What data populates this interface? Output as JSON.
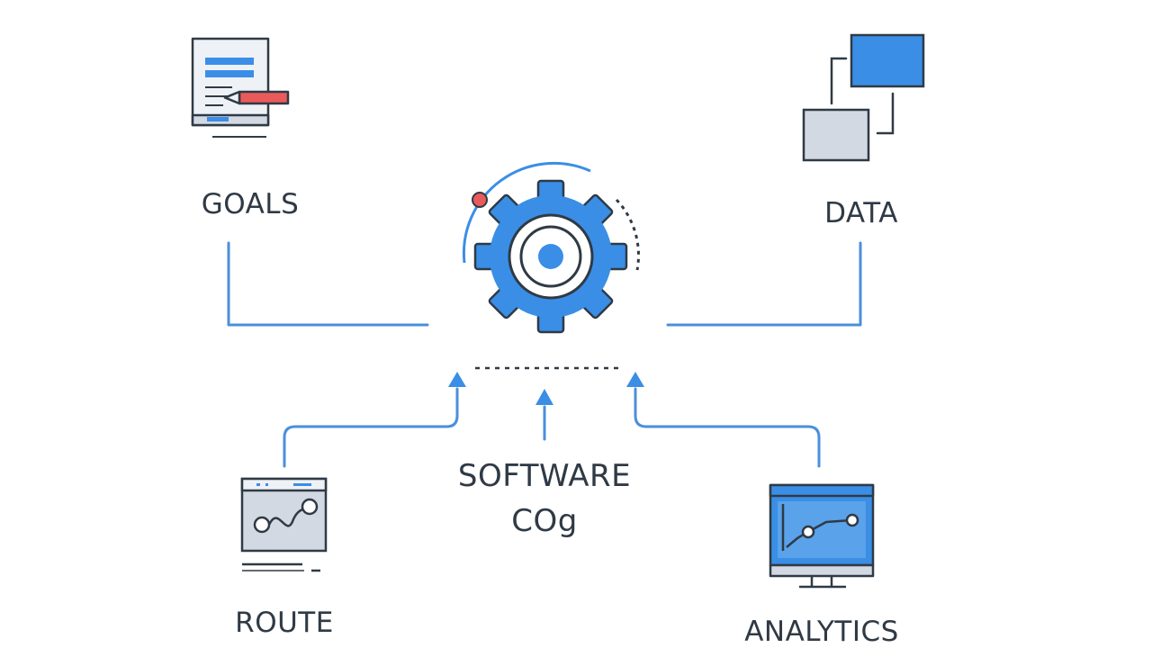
{
  "nodes": {
    "goals": {
      "label": "GOALS"
    },
    "data": {
      "label": "DATA"
    },
    "route": {
      "label": "ROUTE"
    },
    "analytics": {
      "label": "ANALYTICS"
    }
  },
  "center": {
    "line1": "SOFTWARE",
    "line2": "COg",
    "icon": "gear-icon"
  },
  "icons": {
    "goals": "document-pencil-icon",
    "data": "linked-windows-icon",
    "route": "route-window-icon",
    "analytics": "monitor-chart-icon"
  },
  "colors": {
    "accent": "#3a8ee6",
    "line": "#4a8fdc",
    "outline": "#2f3a45",
    "gray_fill": "#d3d9e3",
    "red": "#ea5a5a"
  }
}
